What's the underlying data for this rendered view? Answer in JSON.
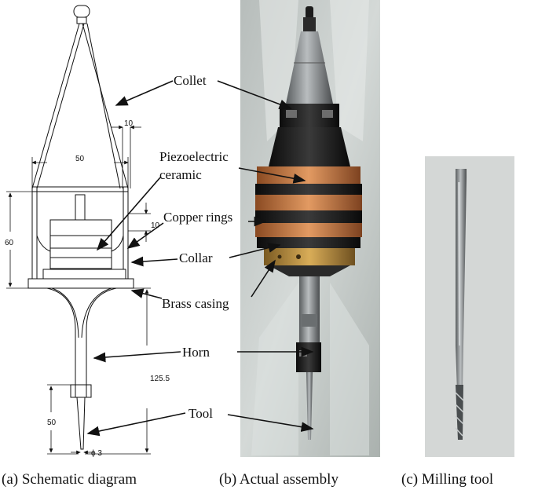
{
  "labels": {
    "collet": "Collet",
    "piezo_line1": "Piezoelectric",
    "piezo_line2": "ceramic",
    "copper_rings": "Copper rings",
    "collar": "Collar",
    "brass_casing": "Brass casing",
    "horn": "Horn",
    "tool": "Tool"
  },
  "dimensions": {
    "d_10_top": "10",
    "d_50_width": "50",
    "d_60": "60",
    "d_10_side": "10",
    "d_125_5": "125.5",
    "d_50_tool": "50",
    "d_phi3": "ϕ 3"
  },
  "captions": {
    "a": "(a) Schematic diagram",
    "b": "(b) Actual assembly",
    "c": "(c) Milling tool"
  },
  "colors": {
    "photo_background": "#c9cfcd",
    "copper": "#c87a45",
    "brass": "#b48a3c",
    "dark_metal": "#1a1a1a",
    "steel": "#8f9496"
  }
}
